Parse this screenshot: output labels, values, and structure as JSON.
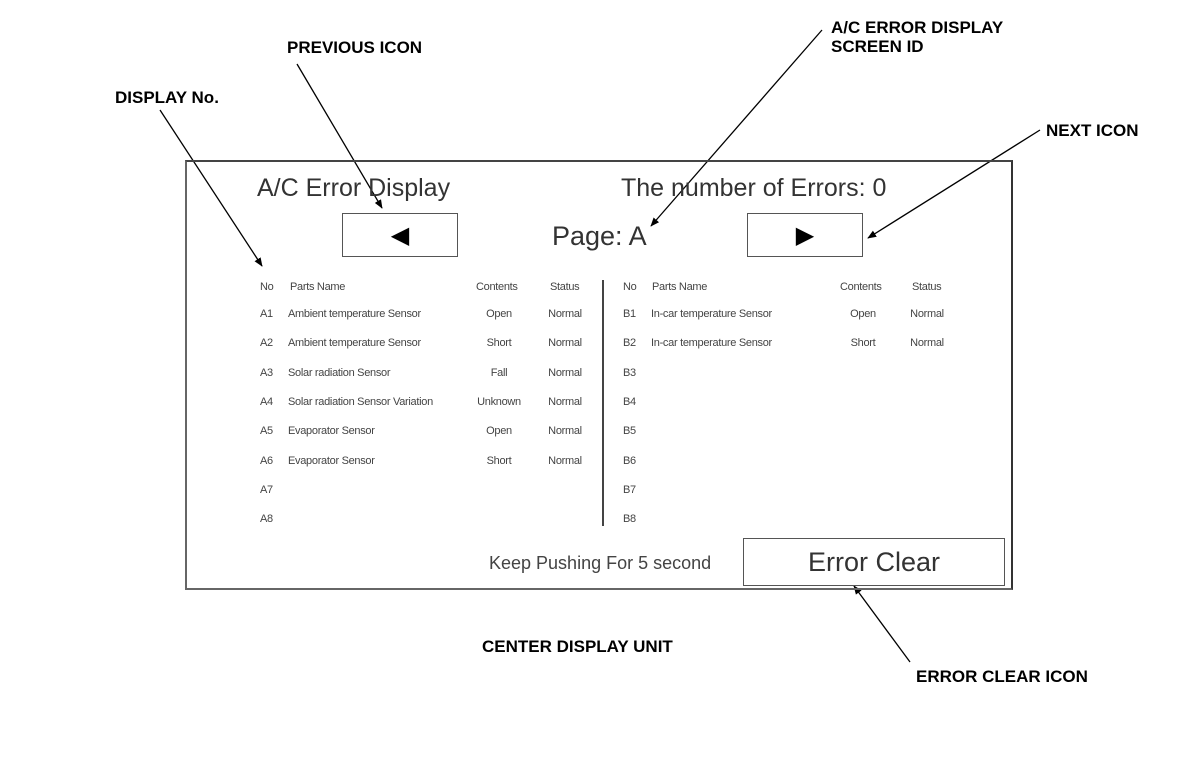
{
  "callouts": {
    "display_no": "DISPLAY No.",
    "previous_icon": "PREVIOUS ICON",
    "screen_id_line1": "A/C ERROR DISPLAY",
    "screen_id_line2": "SCREEN ID",
    "next_icon": "NEXT ICON",
    "center_display_unit": "CENTER DISPLAY UNIT",
    "error_clear_icon": "ERROR CLEAR ICON"
  },
  "screen": {
    "title": "A/C Error Display",
    "error_count": "The number of Errors: 0",
    "page": "Page:  A",
    "prev_glyph": "◀",
    "next_glyph": "▶",
    "columns": {
      "no": "No",
      "parts_name": "Parts Name",
      "contents": "Contents",
      "status": "Status"
    },
    "left_rows": [
      {
        "no": "A1",
        "name": "Ambient temperature Sensor",
        "contents": "Open",
        "status": "Normal"
      },
      {
        "no": "A2",
        "name": "Ambient temperature Sensor",
        "contents": "Short",
        "status": "Normal"
      },
      {
        "no": "A3",
        "name": "Solar radiation Sensor",
        "contents": "Fall",
        "status": "Normal"
      },
      {
        "no": "A4",
        "name": "Solar radiation Sensor Variation",
        "contents": "Unknown",
        "status": "Normal"
      },
      {
        "no": "A5",
        "name": "Evaporator Sensor",
        "contents": "Open",
        "status": "Normal"
      },
      {
        "no": "A6",
        "name": "Evaporator Sensor",
        "contents": "Short",
        "status": "Normal"
      },
      {
        "no": "A7",
        "name": "",
        "contents": "",
        "status": ""
      },
      {
        "no": "A8",
        "name": "",
        "contents": "",
        "status": ""
      }
    ],
    "right_rows": [
      {
        "no": "B1",
        "name": "In-car temperature Sensor",
        "contents": "Open",
        "status": "Normal"
      },
      {
        "no": "B2",
        "name": "In-car temperature Sensor",
        "contents": "Short",
        "status": "Normal"
      },
      {
        "no": "B3",
        "name": "",
        "contents": "",
        "status": ""
      },
      {
        "no": "B4",
        "name": "",
        "contents": "",
        "status": ""
      },
      {
        "no": "B5",
        "name": "",
        "contents": "",
        "status": ""
      },
      {
        "no": "B6",
        "name": "",
        "contents": "",
        "status": ""
      },
      {
        "no": "B7",
        "name": "",
        "contents": "",
        "status": ""
      },
      {
        "no": "B8",
        "name": "",
        "contents": "",
        "status": ""
      }
    ],
    "keep_pushing": "Keep Pushing For 5 second",
    "error_clear": "Error Clear"
  }
}
